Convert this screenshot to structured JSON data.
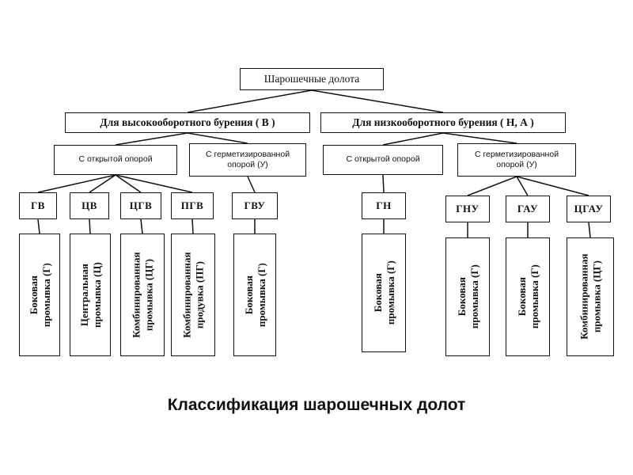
{
  "root": {
    "label": "Шарошечные долота"
  },
  "branches": [
    {
      "label": "Для высокооборотного бурения ( В )"
    },
    {
      "label": "Для низкооборотного бурения ( Н, А )"
    }
  ],
  "supports": [
    {
      "label": "С открытой опорой"
    },
    {
      "label": "С герметизированной\nопорой (У)"
    },
    {
      "label": "С открытой опорой"
    },
    {
      "label": "С герметизированной\nопорой (У)"
    }
  ],
  "types": [
    {
      "code": "ГВ",
      "flush": "Боковая\nпромывка (Г)"
    },
    {
      "code": "ЦВ",
      "flush": "Центральная\nпромывка (Ц)"
    },
    {
      "code": "ЦГВ",
      "flush": "Комбинированная\nпромывка (ЦГ)"
    },
    {
      "code": "ПГВ",
      "flush": "Комбинированная\nпродувка (ПГ)"
    },
    {
      "code": "ГВУ",
      "flush": "Боковая\nпромывка (Г)"
    },
    {
      "code": "ГН",
      "flush": "Боковая\nпромывка (Г)"
    },
    {
      "code": "ГНУ",
      "flush": "Боковая\nпромывка (Г)"
    },
    {
      "code": "ГАУ",
      "flush": "Боковая\nпромывка (Г)"
    },
    {
      "code": "ЦГАУ",
      "flush": "Комбинированная\nпромывка (ЦГ)"
    }
  ],
  "caption": "Классификация шарошечных долот"
}
